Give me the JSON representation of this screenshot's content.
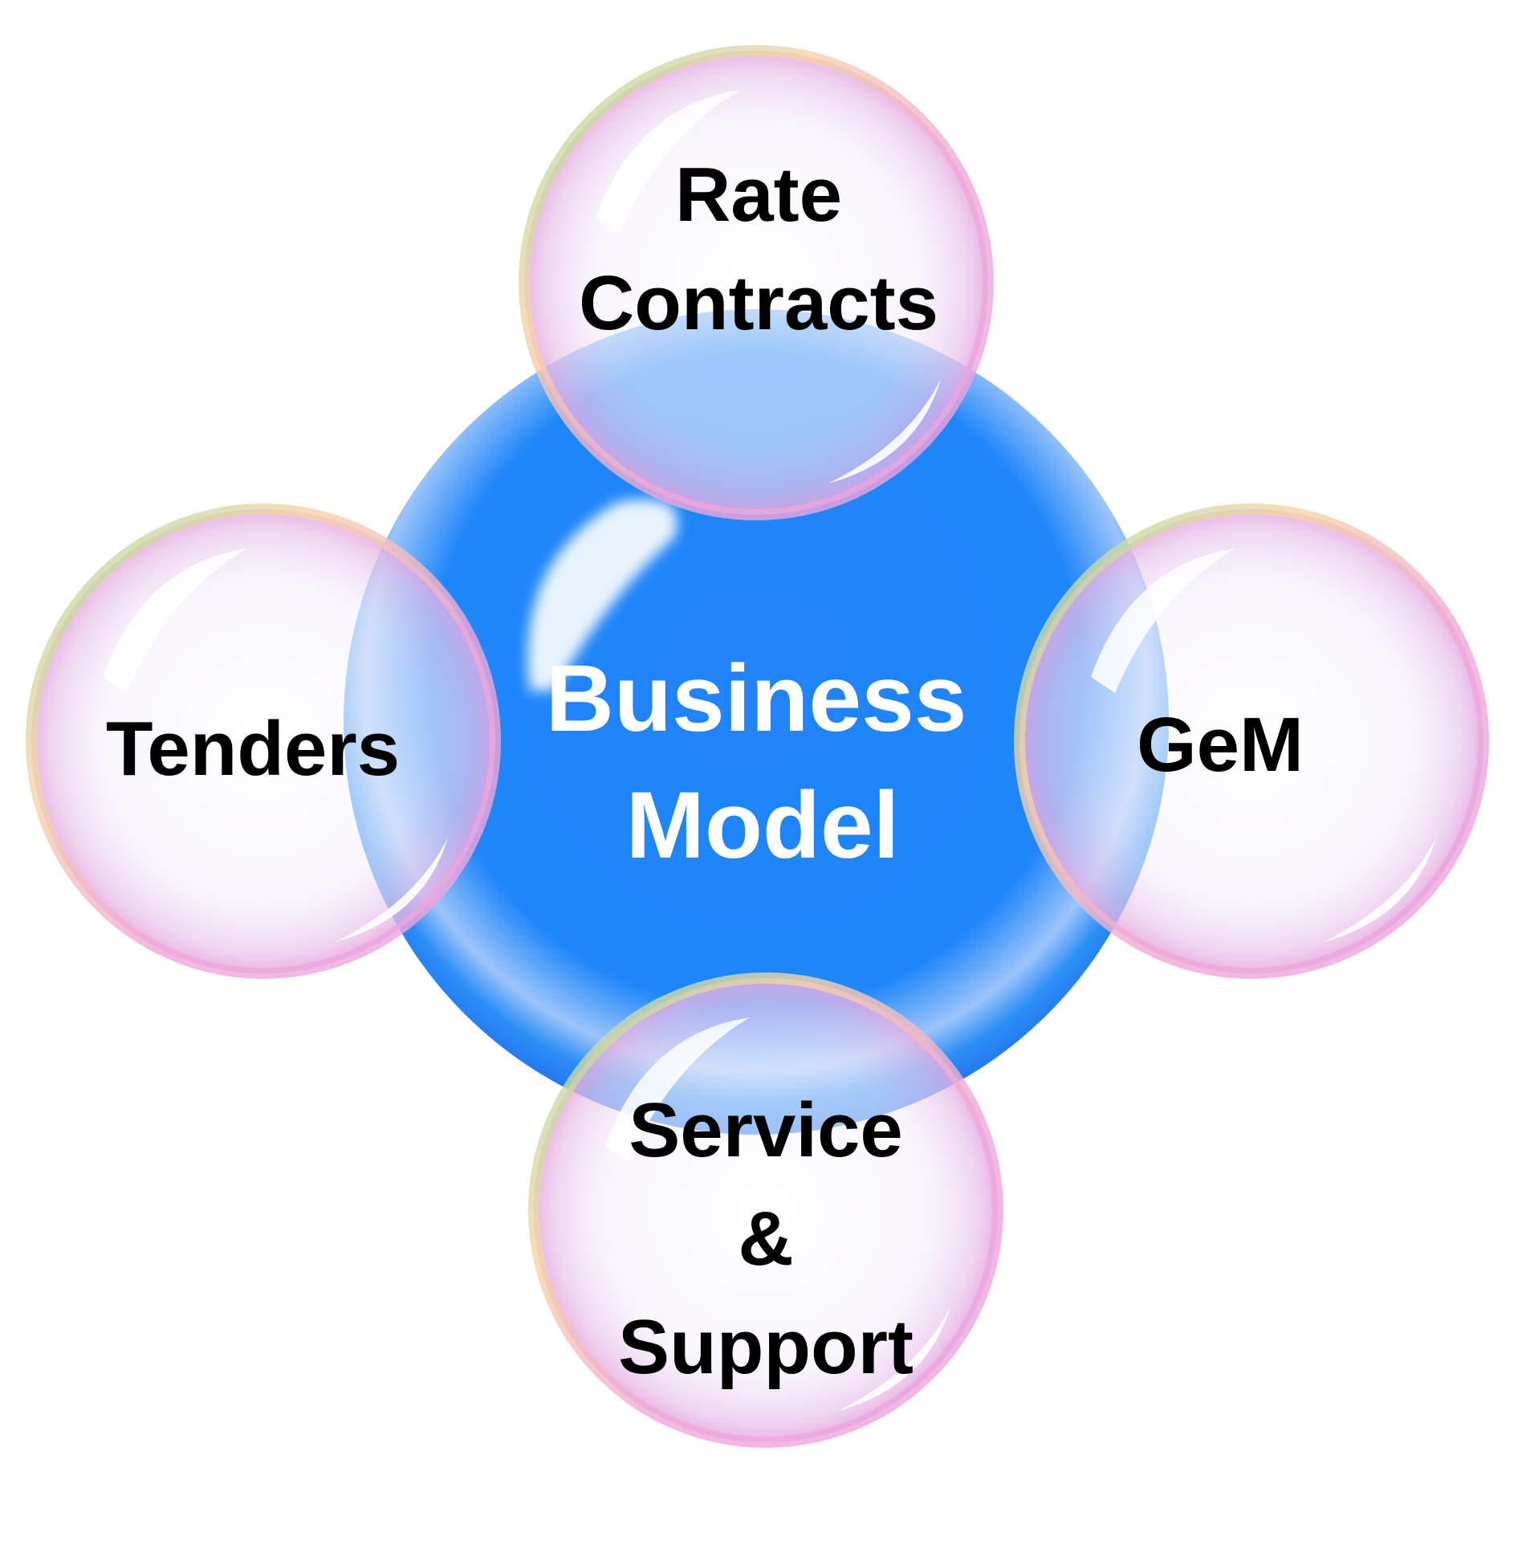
{
  "center": {
    "line1": "Business",
    "line2": "Model"
  },
  "bubbles": {
    "top": {
      "line1": "Rate",
      "line2": "Contracts"
    },
    "left": {
      "label": "Tenders"
    },
    "right": {
      "label": "GeM"
    },
    "bottom": {
      "line1": "Service",
      "line2": "&",
      "line3": "Support"
    }
  },
  "colors": {
    "center_outer": "#2473f0",
    "center_inner": "#1e90ff",
    "text_center": "#ffffff",
    "text_bubble": "#000000"
  }
}
